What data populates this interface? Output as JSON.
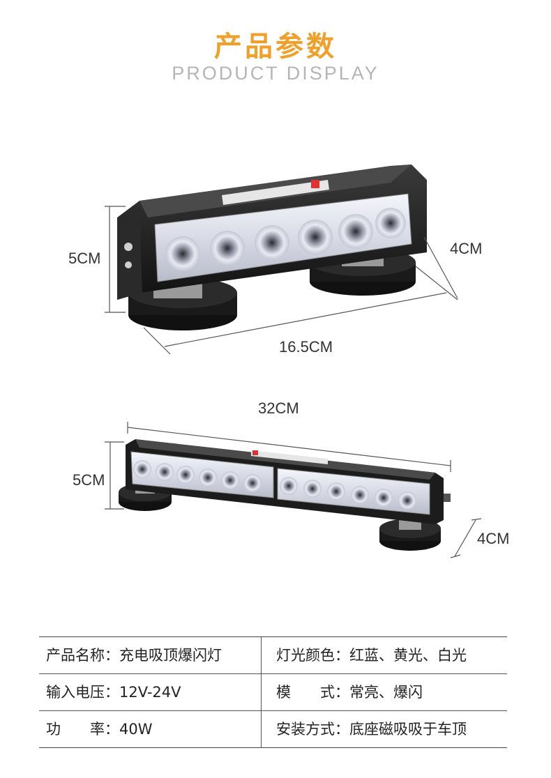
{
  "header": {
    "title_cn": "产品参数",
    "title_en": "PRODUCT DISPLAY"
  },
  "figure_top": {
    "height": "5CM",
    "depth": "4CM",
    "length": "16.5CM"
  },
  "figure_bottom": {
    "length": "32CM",
    "height": "5CM",
    "depth": "4CM"
  },
  "specs": [
    {
      "left_label": "产品名称：",
      "left_value": "充电吸顶爆闪灯",
      "right_label": "灯光颜色：",
      "right_value": "红蓝、黄光、白光"
    },
    {
      "left_label": "输入电压：",
      "left_value": "12V-24V",
      "right_label": "模　　式：",
      "right_value": "常亮、爆闪"
    },
    {
      "left_label": "功　　率：",
      "left_value": "40W",
      "right_label": "安装方式：",
      "right_value": "底座磁吸吸于车顶"
    }
  ],
  "colors": {
    "title_accent": "#f0a029",
    "subtitle": "#b5b5b5"
  }
}
